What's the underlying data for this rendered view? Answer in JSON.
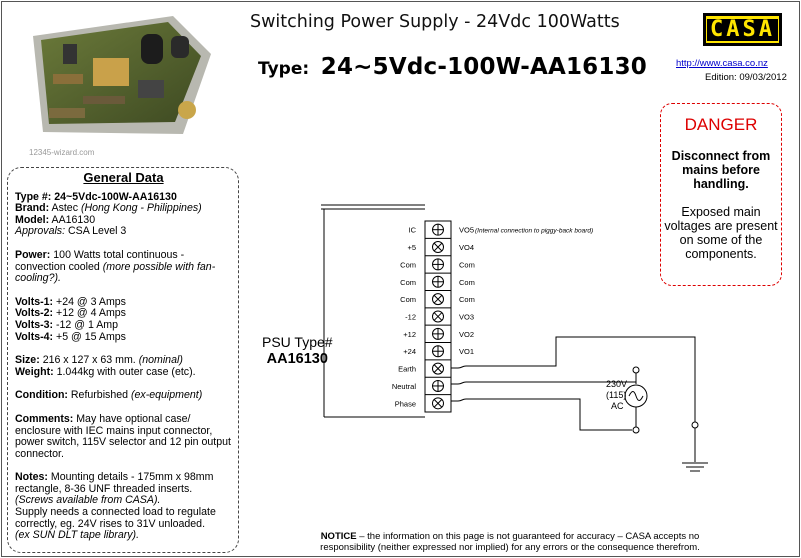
{
  "header": {
    "title": "Switching Power Supply - 24Vdc 100Watts",
    "type_label": "Type:",
    "type_value": "24~5Vdc-100W-AA16130",
    "logo_text": "CASA",
    "website": "http://www.casa.co.nz",
    "edition": "Edition: 09/03/2012"
  },
  "photo": {
    "watermark": "12345-wizard.com"
  },
  "general_data": {
    "title": "General Data",
    "type_label": "Type #:",
    "type_value": "24~5Vdc-100W-AA16130",
    "brand_label": "Brand:",
    "brand_value": "Astec",
    "brand_origin": "(Hong Kong - Philippines)",
    "model_label": "Model:",
    "model_value": "AA16130",
    "approvals_label": "Approvals:",
    "approvals_value": "CSA Level 3",
    "power_label": "Power:",
    "power_value": "100 Watts total continuous - convection cooled",
    "power_note": "(more possible with fan-cooling?).",
    "volts": [
      {
        "label": "Volts-1:",
        "value": "+24 @ 3 Amps"
      },
      {
        "label": "Volts-2:",
        "value": "+12 @ 4 Amps"
      },
      {
        "label": "Volts-3:",
        "value": "-12 @  1 Amp"
      },
      {
        "label": "Volts-4:",
        "value": "+5 @ 15 Amps"
      }
    ],
    "size_label": "Size:",
    "size_value": "216 x 127 x 63 mm.",
    "size_note": "(nominal)",
    "weight_label": "Weight:",
    "weight_value": "1.044kg with outer case (etc).",
    "condition_label": "Condition:",
    "condition_value": "Refurbished",
    "condition_note": "(ex-equipment)",
    "comments_label": "Comments:",
    "comments_value": "May have optional case/ enclosure with IEC mains input connector, power switch, 115V selector and 12 pin output connector.",
    "notes_label": "Notes:",
    "notes_value": "Mounting details - 175mm x 98mm rectangle, 8-36 UNF threaded inserts.",
    "notes_screws": "(Screws available from CASA).",
    "notes_load": "Supply needs a connected load to regulate correctly, eg. 24V rises to 31V unloaded.",
    "notes_ex": "(ex SUN DLT tape library)."
  },
  "danger": {
    "title": "DANGER",
    "strong": "Disconnect from mains before handling.",
    "text": "Exposed main voltages are present on some of the components."
  },
  "diagram": {
    "psu_label": "PSU Type#",
    "psu_model": "AA16130",
    "terminals": [
      {
        "left": "IC",
        "right": "VO5",
        "note": "(Internal connection to piggy-back board)",
        "symbol": "cross"
      },
      {
        "left": "+5",
        "right": "VO4",
        "note": "",
        "symbol": "x"
      },
      {
        "left": "Com",
        "right": "Com",
        "note": "",
        "symbol": "cross"
      },
      {
        "left": "Com",
        "right": "Com",
        "note": "",
        "symbol": "cross"
      },
      {
        "left": "Com",
        "right": "Com",
        "note": "",
        "symbol": "x"
      },
      {
        "left": "-12",
        "right": "VO3",
        "note": "",
        "symbol": "x"
      },
      {
        "left": "+12",
        "right": "VO2",
        "note": "",
        "symbol": "cross"
      },
      {
        "left": "+24",
        "right": "VO1",
        "note": "",
        "symbol": "cross"
      },
      {
        "left": "Earth",
        "right": "",
        "note": "",
        "symbol": "x"
      },
      {
        "left": "Neutral",
        "right": "",
        "note": "",
        "symbol": "cross"
      },
      {
        "left": "Phase",
        "right": "",
        "note": "",
        "symbol": "x"
      }
    ],
    "source_voltage": "230V",
    "source_alt": "(115)",
    "source_type": "AC"
  },
  "notice": {
    "label": "NOTICE",
    "text": " – the information on this page is not guaranteed for accuracy – CASA accepts no responsibility (neither expressed nor implied) for any errors or the consequence therefrom."
  }
}
